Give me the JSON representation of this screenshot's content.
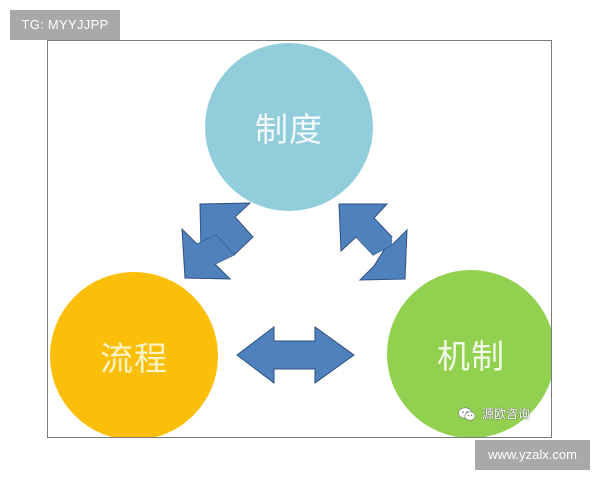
{
  "overlay": {
    "top_tag": "TG: MYYJJPP",
    "bottom_site": "www.yzalx.com"
  },
  "diagram": {
    "nodes": [
      {
        "id": "system",
        "label": "制度",
        "color": "#92cddc",
        "position": "top"
      },
      {
        "id": "process",
        "label": "流程",
        "color": "#fbbf0a",
        "position": "bottom-left"
      },
      {
        "id": "mechanism",
        "label": "机制",
        "color": "#92d050",
        "position": "bottom-right"
      }
    ],
    "edges": [
      {
        "from": "system",
        "to": "process",
        "type": "bidirectional"
      },
      {
        "from": "system",
        "to": "mechanism",
        "type": "bidirectional"
      },
      {
        "from": "process",
        "to": "mechanism",
        "type": "bidirectional"
      }
    ],
    "arrow_color": "#4f81bd",
    "arrow_stroke": "#2f4f7f"
  },
  "watermark": {
    "icon": "wechat-icon",
    "text": "源欧咨询"
  }
}
